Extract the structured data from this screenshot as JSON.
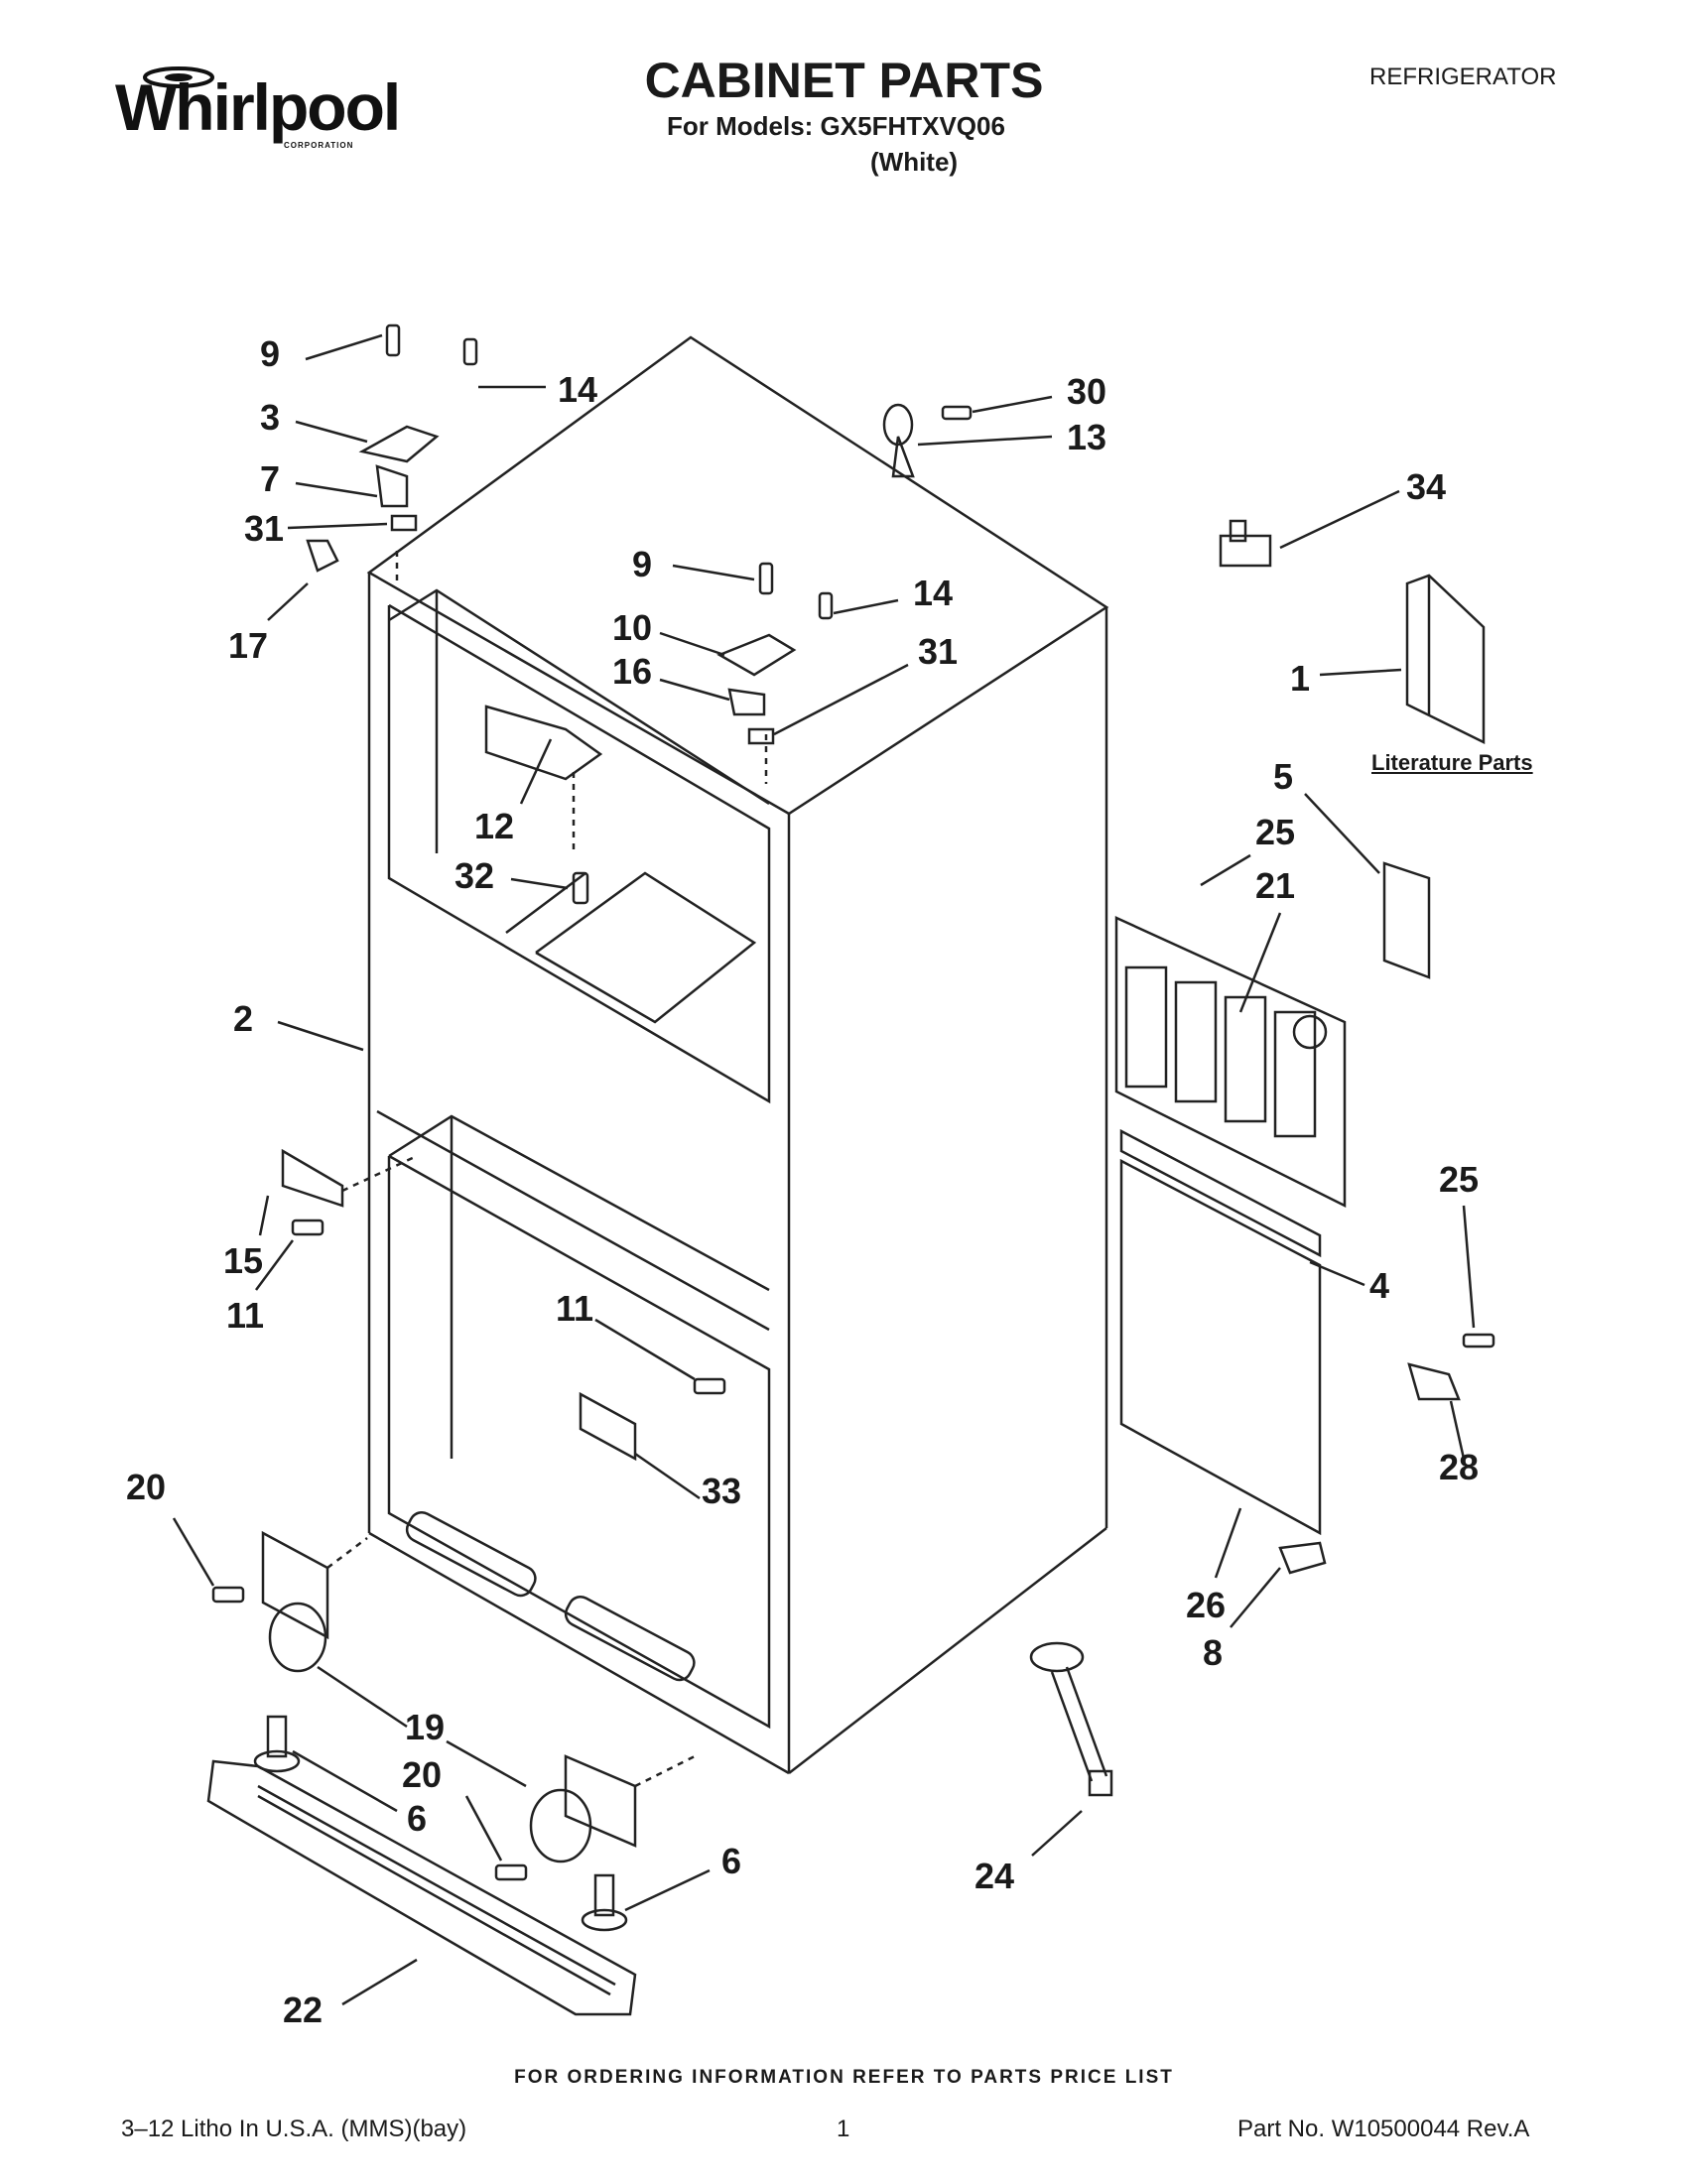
{
  "header": {
    "brand": "Whirlpool",
    "brand_sub": "CORPORATION",
    "title": "CABINET PARTS",
    "models_line": "For Models: GX5FHTXVQ06",
    "color_line": "(White)",
    "category": "REFRIGERATOR"
  },
  "literature_label": "Literature Parts",
  "callouts": [
    "9",
    "14",
    "3",
    "30",
    "13",
    "7",
    "31",
    "34",
    "17",
    "9",
    "14",
    "10",
    "16",
    "31",
    "1",
    "12",
    "32",
    "5",
    "25",
    "21",
    "2",
    "15",
    "11",
    "25",
    "11",
    "4",
    "20",
    "33",
    "28",
    "26",
    "8",
    "19",
    "20",
    "6",
    "6",
    "24",
    "22"
  ],
  "footer": {
    "ordering_info": "FOR ORDERING INFORMATION REFER TO PARTS PRICE LIST",
    "litho": "3–12 Litho In U.S.A. (MMS)(bay)",
    "page": "1",
    "part_no": "Part No. W10500044 Rev.A"
  }
}
